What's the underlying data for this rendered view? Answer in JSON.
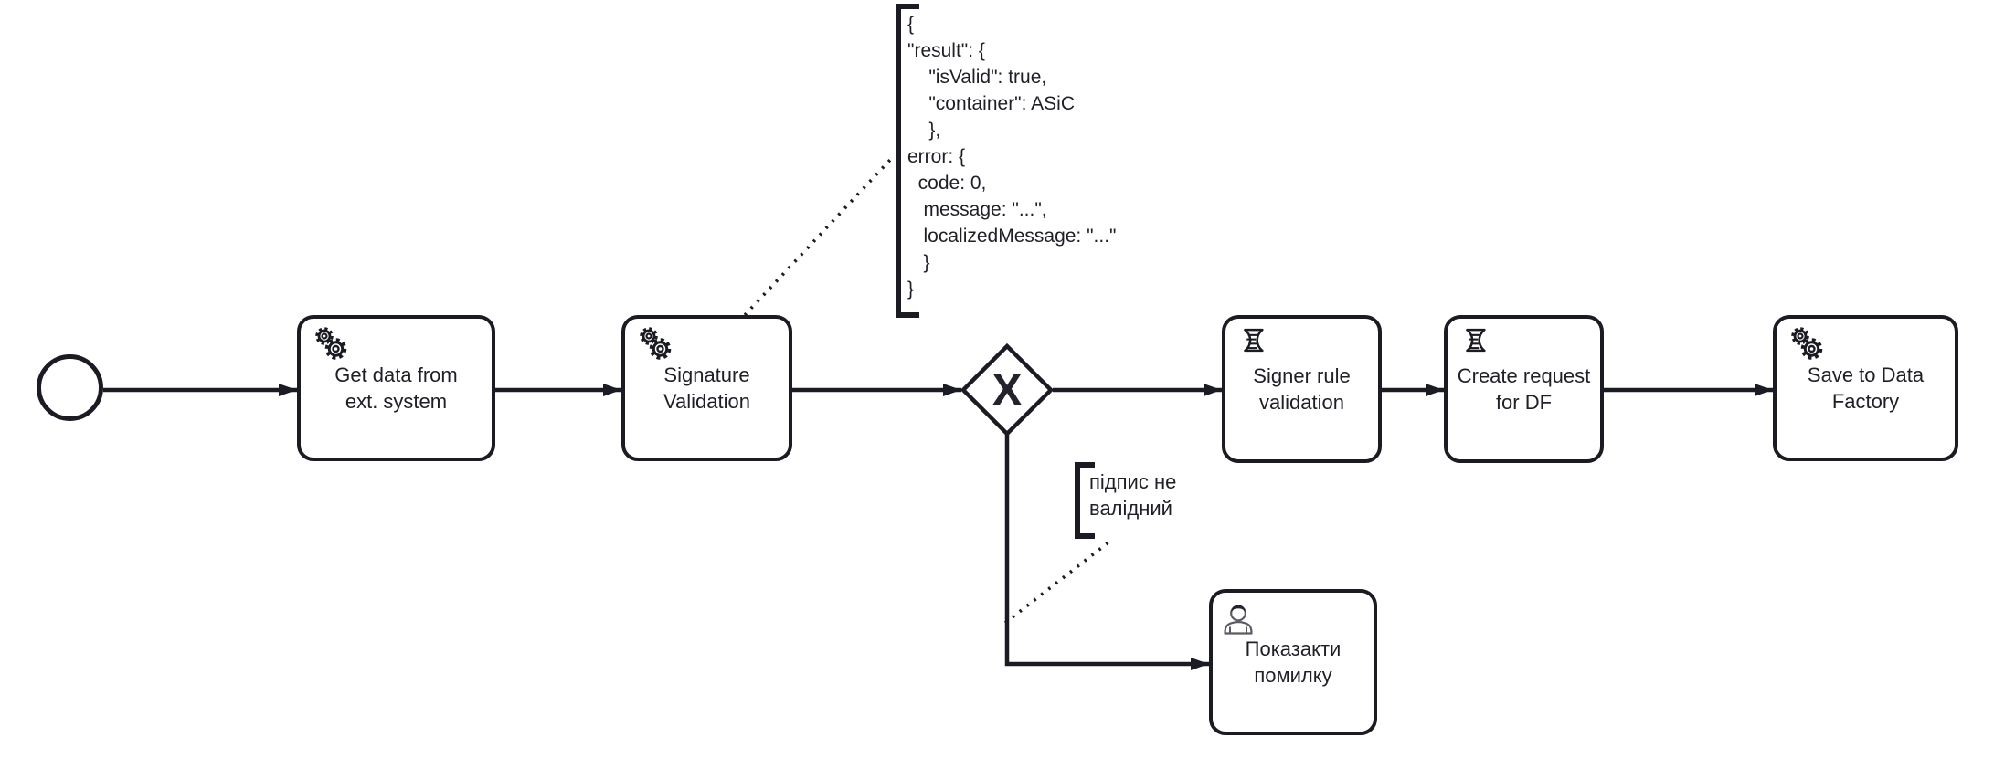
{
  "diagram": {
    "kind": "BPMN process diagram",
    "colors": {
      "stroke": "#1b1b24",
      "background": "#ffffff",
      "icon_gray": "#5b5b63"
    },
    "start_event": {
      "title": "start event"
    },
    "tasks": [
      {
        "id": "get-data-from-ext-system",
        "label": "Get data from\next. system",
        "icon": "service-gears-icon"
      },
      {
        "id": "signature-validation",
        "label": "Signature\nValidation",
        "icon": "service-gears-icon"
      },
      {
        "id": "signer-rule-validation",
        "label": "Signer rule\nvalidation",
        "icon": "script-icon"
      },
      {
        "id": "create-request-for-df",
        "label": "Create request\nfor DF",
        "icon": "script-icon"
      },
      {
        "id": "save-to-data-factory",
        "label": "Save to Data\nFactory",
        "icon": "service-gears-icon"
      },
      {
        "id": "show-error",
        "label": "Показакти\nпомилку",
        "icon": "user-icon"
      }
    ],
    "gateway": {
      "type": "exclusive gateway",
      "marker": "X"
    },
    "annotations": [
      {
        "id": "json-result",
        "text": "{\n\"result\": {\n    \"isValid\": true,\n    \"container\": ASiC\n    },\nerror: {\n  code: 0,\n   message: \"...\",\n   localizedMessage: \"...\"\n   }\n}"
      },
      {
        "id": "invalid-signature",
        "text": "підпис не\nвалідний"
      }
    ]
  }
}
